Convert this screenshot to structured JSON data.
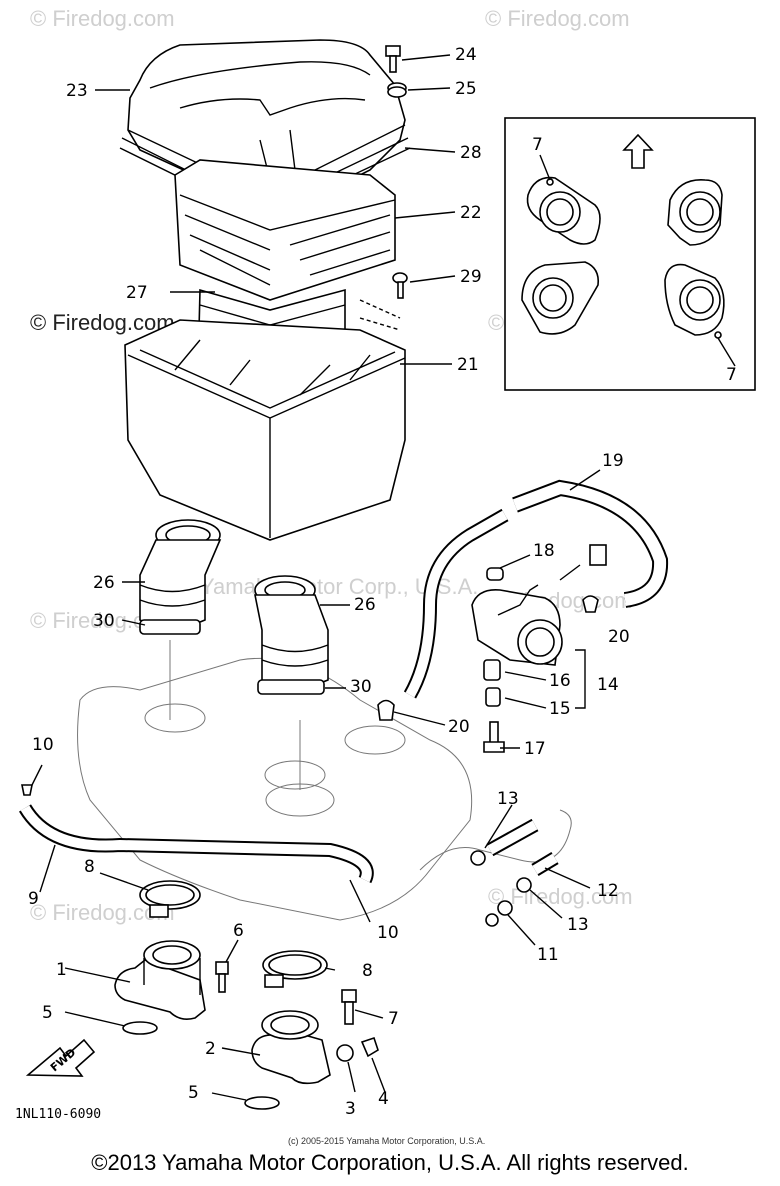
{
  "watermarks": {
    "brand": "© Firedog.com",
    "embedded_copyright": "(c) 2005-2015 Yamaha Motor Corporation, U.S.A",
    "ghost_text": "Yamaha Motor Corp., U.S.A."
  },
  "diagram": {
    "drawing_code": "1NL110-6090",
    "fwd_arrow_label": "FWD",
    "small_credit": "(c) 2005-2015 Yamaha Motor Corporation, U.S.A.",
    "callouts": [
      {
        "id": "c24",
        "label": "24"
      },
      {
        "id": "c25",
        "label": "25"
      },
      {
        "id": "c23",
        "label": "23"
      },
      {
        "id": "c28",
        "label": "28"
      },
      {
        "id": "c22",
        "label": "22"
      },
      {
        "id": "c29",
        "label": "29"
      },
      {
        "id": "c27",
        "label": "27"
      },
      {
        "id": "c21",
        "label": "21"
      },
      {
        "id": "c7a",
        "label": "7"
      },
      {
        "id": "c7b",
        "label": "7"
      },
      {
        "id": "c19",
        "label": "19"
      },
      {
        "id": "c18",
        "label": "18"
      },
      {
        "id": "c26a",
        "label": "26"
      },
      {
        "id": "c26b",
        "label": "26"
      },
      {
        "id": "c30a",
        "label": "30"
      },
      {
        "id": "c30b",
        "label": "30"
      },
      {
        "id": "c20a",
        "label": "20"
      },
      {
        "id": "c20b",
        "label": "20"
      },
      {
        "id": "c16",
        "label": "16"
      },
      {
        "id": "c14",
        "label": "14"
      },
      {
        "id": "c15",
        "label": "15"
      },
      {
        "id": "c17",
        "label": "17"
      },
      {
        "id": "c10a",
        "label": "10"
      },
      {
        "id": "c10b",
        "label": "10"
      },
      {
        "id": "c13a",
        "label": "13"
      },
      {
        "id": "c13b",
        "label": "13"
      },
      {
        "id": "c12",
        "label": "12"
      },
      {
        "id": "c11",
        "label": "11"
      },
      {
        "id": "c8a",
        "label": "8"
      },
      {
        "id": "c8b",
        "label": "8"
      },
      {
        "id": "c9",
        "label": "9"
      },
      {
        "id": "c6",
        "label": "6"
      },
      {
        "id": "c1",
        "label": "1"
      },
      {
        "id": "c5a",
        "label": "5"
      },
      {
        "id": "c5b",
        "label": "5"
      },
      {
        "id": "c2",
        "label": "2"
      },
      {
        "id": "c7c",
        "label": "7"
      },
      {
        "id": "c3",
        "label": "3"
      },
      {
        "id": "c4",
        "label": "4"
      }
    ]
  },
  "footer": {
    "copyright": "©2013 Yamaha Motor Corporation, U.S.A. All rights reserved."
  }
}
